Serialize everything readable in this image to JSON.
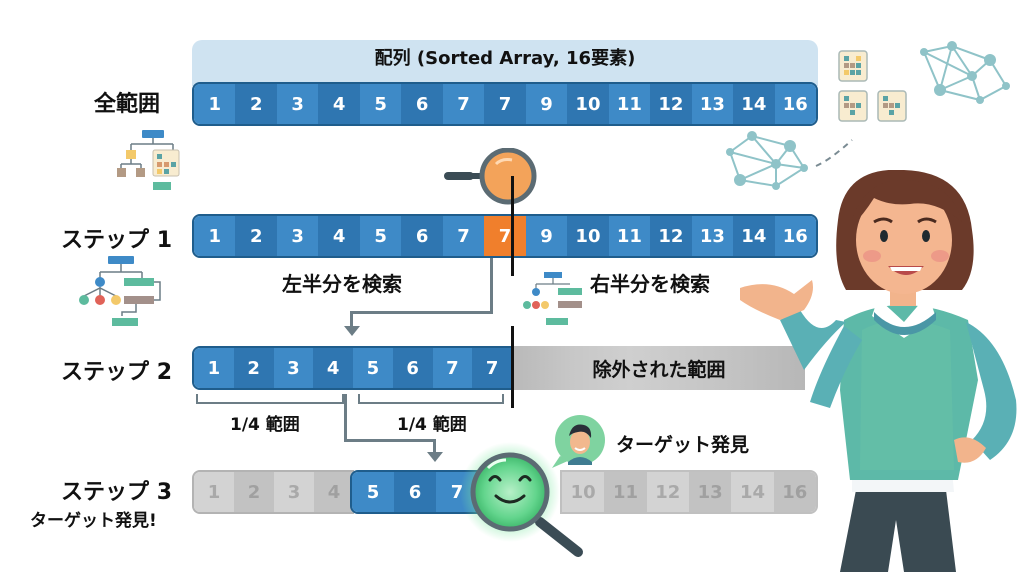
{
  "header": {
    "title": "配列 (Sorted Array, 16要素)"
  },
  "rows": {
    "full": {
      "label": "全範囲",
      "cells": [
        "1",
        "2",
        "3",
        "4",
        "5",
        "6",
        "7",
        "7",
        "9",
        "10",
        "11",
        "12",
        "13",
        "14",
        "16"
      ]
    },
    "step1": {
      "label": "ステップ 1",
      "cells": [
        "1",
        "2",
        "3",
        "4",
        "5",
        "6",
        "7",
        "7",
        "9",
        "10",
        "11",
        "12",
        "13",
        "14",
        "16"
      ],
      "highlight_index": 7,
      "left_caption": "左半分を検索",
      "right_caption": "右半分を検索"
    },
    "step2": {
      "label": "ステップ 2",
      "cells": [
        "1",
        "2",
        "3",
        "4",
        "5",
        "6",
        "7",
        "7"
      ],
      "excluded_label": "除外された範囲",
      "quarter_left": "1/4 範囲",
      "quarter_right": "1/4 範囲"
    },
    "step3": {
      "label": "ステップ 3",
      "sublabel": "ターゲット発見!",
      "cells_dim_left": [
        "1",
        "2",
        "3",
        "4"
      ],
      "cells_active": [
        "5",
        "6",
        "7"
      ],
      "cells_dim_right": [
        "10",
        "11",
        "12",
        "13",
        "14",
        "16"
      ],
      "bubble_text": "ターゲット発見"
    }
  },
  "colors": {
    "array_blue": "#3e8ac7",
    "array_blue_dark": "#2f76b1",
    "highlight_orange": "#f07f2c",
    "found_green": "#5fd38a",
    "excluded_grey": "#c4c4c4",
    "header_band": "#cfe3f1"
  }
}
